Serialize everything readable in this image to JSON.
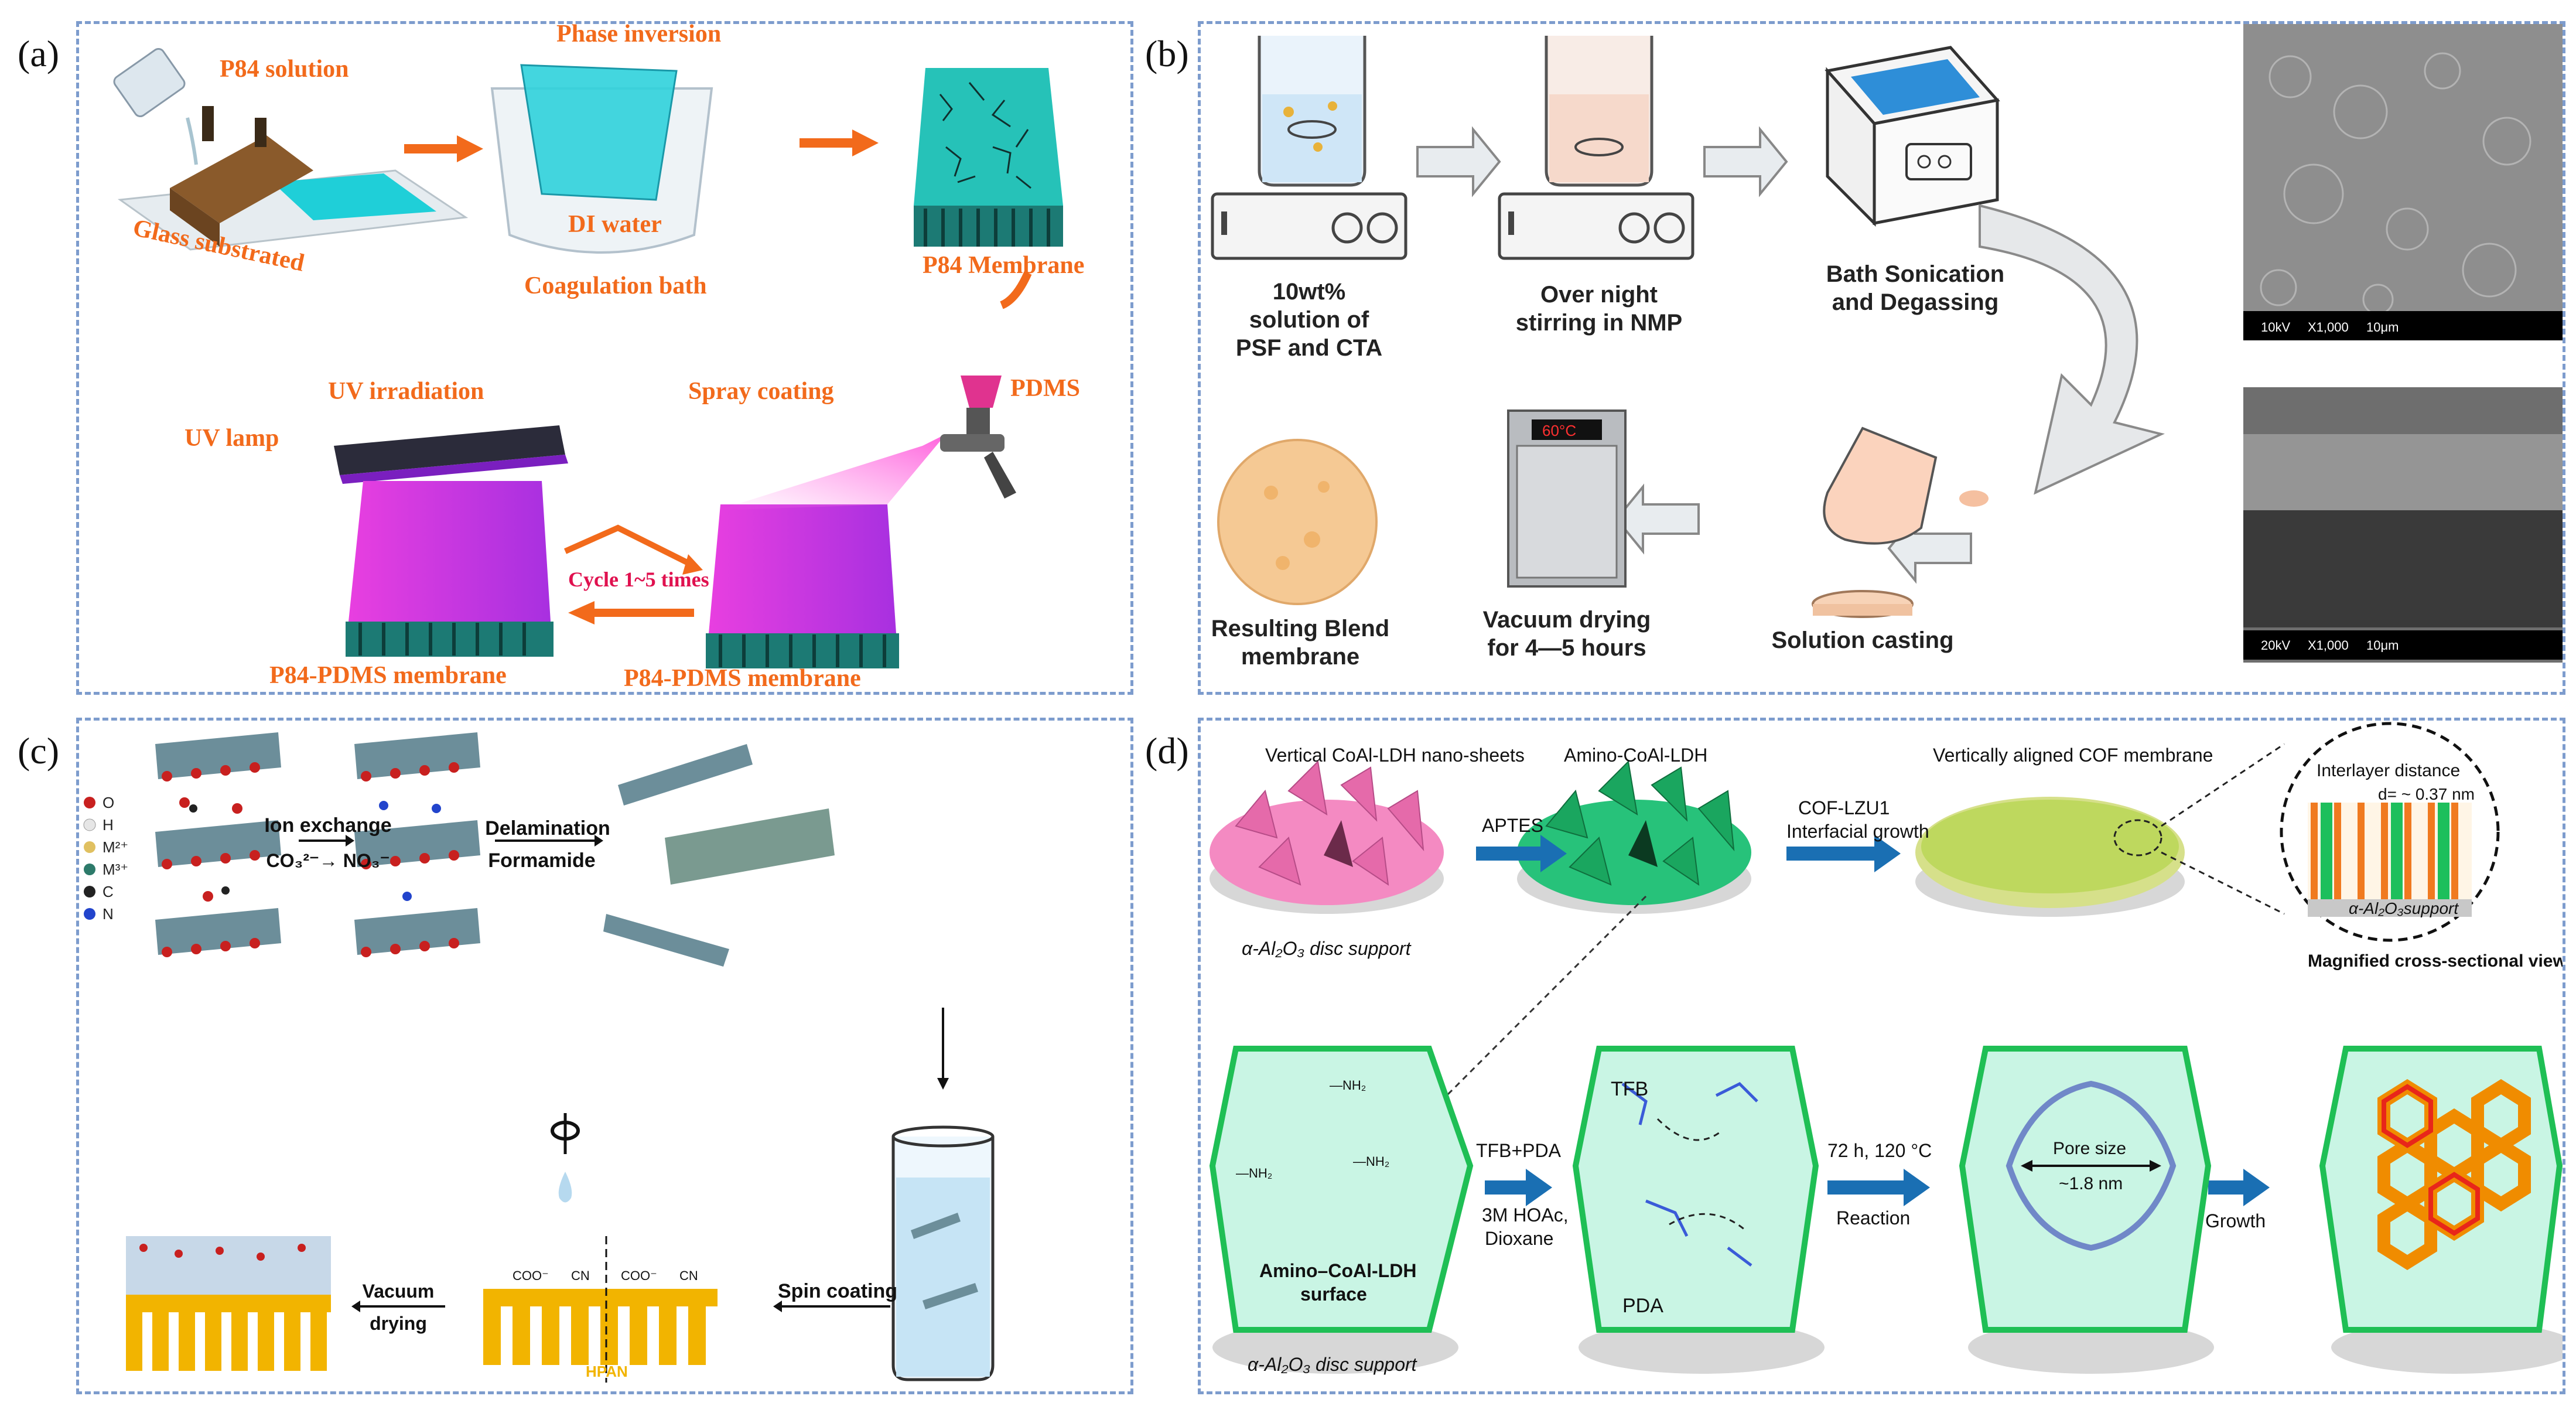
{
  "panels": {
    "a": {
      "label": "(a)",
      "p84_solution": "P84 solution",
      "glass_substrated": "Glass substrated",
      "phase_inversion": "Phase inversion",
      "di_water": "DI water",
      "coagulation_bath": "Coagulation bath",
      "p84_membrane": "P84 Membrane",
      "uv_irradiation": "UV irradiation",
      "uv_lamp": "UV lamp",
      "spray_coating": "Spray coating",
      "pdms": "PDMS",
      "cycle": "Cycle 1~5 times",
      "p84_pdms_left": "P84-PDMS membrane",
      "p84_pdms_right": "P84-PDMS membrane"
    },
    "b": {
      "label": "(b)",
      "step1": [
        "10wt%",
        "solution of",
        "PSF and CTA"
      ],
      "step2": [
        "Over night",
        "stirring in NMP"
      ],
      "step3": [
        "Bath Sonication",
        "and Degassing"
      ],
      "oven_temp": "60°C",
      "step4": [
        "Resulting Blend",
        "membrane"
      ],
      "step5": [
        "Vacuum drying",
        "for 4—5 hours"
      ],
      "step6": "Solution casting",
      "sem_top": [
        "10kV",
        "X1,000",
        "10μm"
      ],
      "sem_bottom": [
        "20kV",
        "X1,000",
        "10μm"
      ]
    },
    "c": {
      "label": "(c)",
      "legend": [
        {
          "symbol": "O",
          "color": "#c8201f"
        },
        {
          "symbol": "H",
          "color": "#e6e6e6"
        },
        {
          "symbol": "M²⁺",
          "color": "#e0c060"
        },
        {
          "symbol": "M³⁺",
          "color": "#2d7a6a"
        },
        {
          "symbol": "C",
          "color": "#222222"
        },
        {
          "symbol": "N",
          "color": "#2244cc"
        }
      ],
      "ion_exchange": "Ion exchange",
      "ion_formula": "CO₃²⁻→ NO₃⁻",
      "delamination": "Delamination",
      "formamide": "Formamide",
      "spin_coating": "Spin coating",
      "vacuum": "Vacuum",
      "drying": "drying",
      "coo1": "COO⁻",
      "cn1": "CN",
      "coo2": "COO⁻",
      "cn2": "CN",
      "hpan": "HPAN"
    },
    "d": {
      "label": "(d)",
      "vertical_sheets": "Vertical CoAl-LDH nano-sheets",
      "amino_ldh": "Amino-CoAl-LDH",
      "vertically_aligned": "Vertically aligned COF membrane",
      "interlayer": "Interlayer distance",
      "d_value": "d= ~ 0.37 nm",
      "alpha_support_small": "α-Al₂O₃support",
      "magnified": "Magnified cross-sectional view",
      "aptes": "APTES",
      "cof_lzu1": "COF-LZU1",
      "interfacial": "Interfacial growth",
      "disc_support_top": "α-Al₂O₃ disc support",
      "disc_support_bottom": "α-Al₂O₃ disc support",
      "nh2": "—NH₂",
      "amino_surface": [
        "Amino–CoAl-LDH",
        "surface"
      ],
      "tfb_pda": "TFB+PDA",
      "hoac": "3M HOAc,",
      "dioxane": "Dioxane",
      "tfb": "TFB",
      "pda": "PDA",
      "condition": "72 h, 120 °C",
      "reaction": "Reaction",
      "pore_size": "Pore size",
      "pore_value": "~1.8 nm",
      "growth": "Growth"
    }
  }
}
